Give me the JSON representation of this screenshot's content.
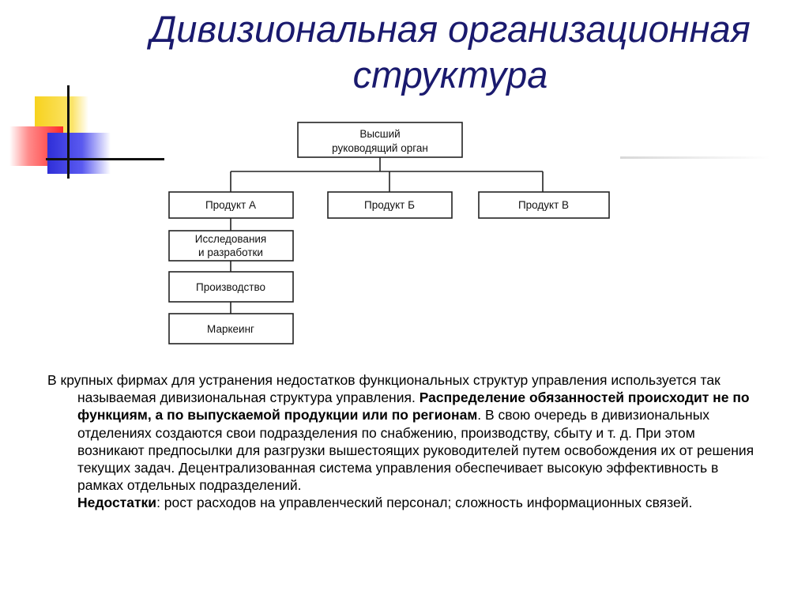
{
  "title": {
    "line1": "Дивизиональная организационная",
    "line2": "структура"
  },
  "decoration": {
    "colors": {
      "yellow": "#f7d21e",
      "red": "#ff2a2a",
      "blue": "#2f2fd8",
      "title": "#1a1a6e"
    }
  },
  "org_chart": {
    "top": {
      "line1": "Высший",
      "line2": "руководящий орган"
    },
    "products": [
      "Продукт А",
      "Продукт Б",
      "Продукт В"
    ],
    "functions": [
      {
        "line1": "Исследования",
        "line2": "и разработки"
      },
      {
        "line1": "Производство",
        "line2": ""
      },
      {
        "line1": "Маркеинг",
        "line2": ""
      }
    ]
  },
  "text": {
    "p1_normal1": "В крупных фирмах для устранения недостатков функциональных структур управления используется так называемая дивизиональная структура управления. ",
    "p1_bold": "Распределение обязанностей происходит не по функциям, а по выпускаемой продукции или по регионам",
    "p1_normal2": ". В свою очередь в дивизиональных отделениях создаются свои подразделения по снабжению, производству, сбыту и т. д. При этом возникают предпосылки для разгрузки вышестоящих руководителей путем освобождения их от решения текущих задач. Децентрализованная система управления обеспечивает высокую эффективность в рамках отдельных подразделений.",
    "p2_bold": "Недостатки",
    "p2_normal": ": рост расходов на управленческий персонал; сложность информационных связей."
  }
}
